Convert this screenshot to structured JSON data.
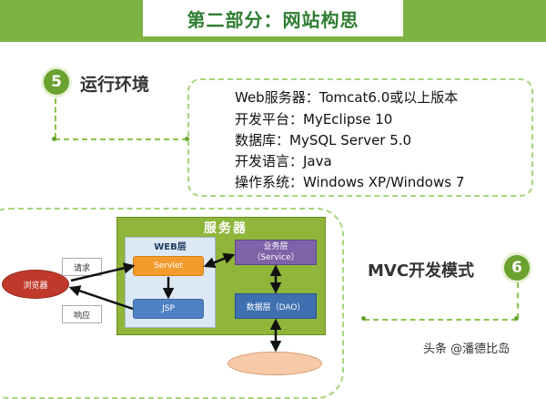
{
  "header": {
    "title": "第二部分：网站构思"
  },
  "section5": {
    "number": "5",
    "title": "运行环境",
    "lines": [
      "Web服务器：Tomcat6.0或以上版本",
      "开发平台：MyEclipse 10",
      "数据库：MySQL Server 5.0",
      "开发语言：Java",
      "操作系统：Windows XP/Windows 7"
    ]
  },
  "section6": {
    "number": "6",
    "title": "MVC开发模式"
  },
  "diagram": {
    "server_label": "服务器",
    "web_layer_label": "WEB层",
    "servlet": "Servlet",
    "jsp": "JSP",
    "service_line1": "业务层",
    "service_line2": "（Service）",
    "dao": "数据层（DAO）",
    "browser": "浏览器",
    "request": "请求",
    "response": "响应"
  },
  "watermark": "头条 @潘德比岛",
  "colors": {
    "brand_green": "#7cb342",
    "servlet_orange": "#f39c2e",
    "jsp_blue": "#4f82c4",
    "service_purple": "#7f62a8",
    "dao_blue": "#3e6fb0",
    "browser_red": "#c0392b"
  }
}
